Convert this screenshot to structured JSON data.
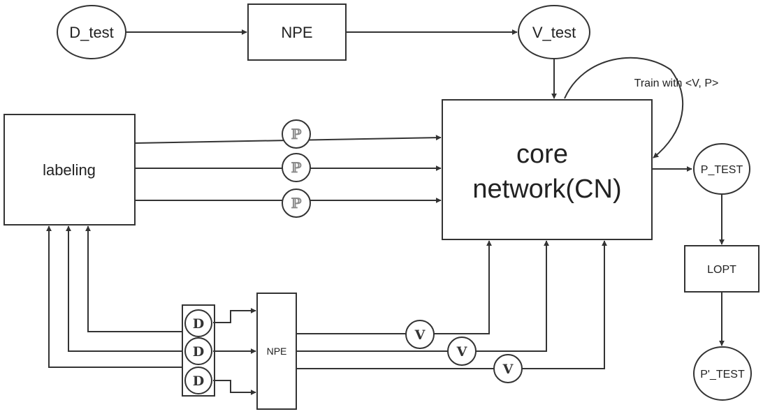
{
  "nodes": {
    "d_test": "D_test",
    "npe_top": "NPE",
    "v_test": "V_test",
    "labeling": "labeling",
    "core_line1": "core",
    "core_line2": "network(CN)",
    "p_test": "P_TEST",
    "lopt": "LOPT",
    "p_prime_test": "P'_TEST",
    "npe_bottom": "NPE"
  },
  "edge_labels": {
    "train_loop": "Train with <V, P>"
  },
  "symbols": {
    "p": "ℙ",
    "d": "D",
    "v": "V"
  }
}
